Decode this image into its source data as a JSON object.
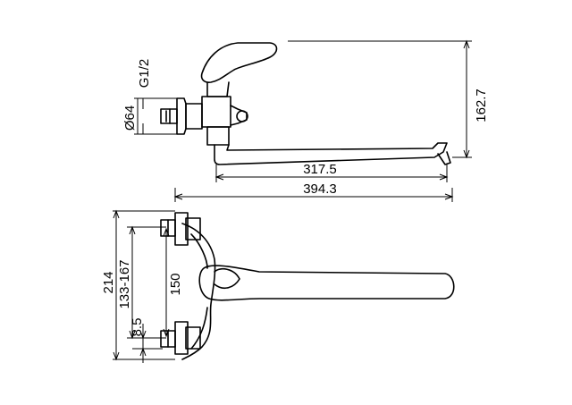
{
  "dimensions": {
    "height_overall": "162.7",
    "thread": "G1/2",
    "flange_diameter": "Ø64",
    "spout_reach": "317.5",
    "overall_length": "394.3",
    "body_height": "214",
    "center_distance": "133-167",
    "inlet_center": "150",
    "inlet_offset": "8.5"
  }
}
